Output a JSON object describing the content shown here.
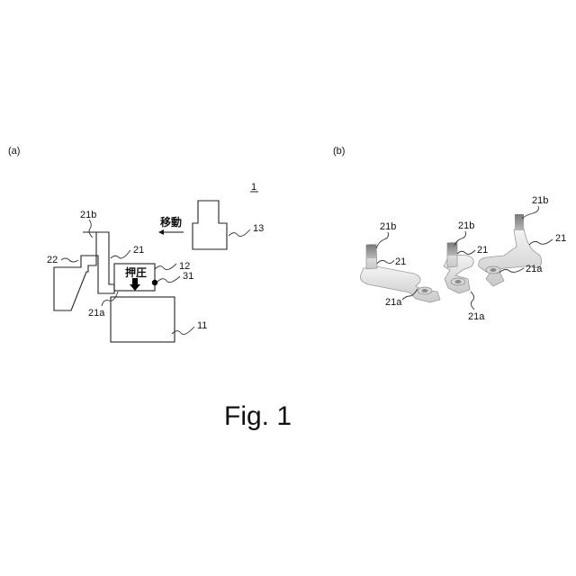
{
  "panel_a": {
    "label": "(a)",
    "figure_number": "1",
    "move_text": "移動",
    "press_text": "押圧",
    "labels": {
      "l21b": "21b",
      "l21": "21",
      "l22": "22",
      "l12": "12",
      "l31": "31",
      "l21a": "21a",
      "l13": "13",
      "l11": "11"
    }
  },
  "panel_b": {
    "label": "(b)",
    "labels": {
      "p1_21b": "21b",
      "p1_21": "21",
      "p1_21a": "21a",
      "p2_21b": "21b",
      "p2_21": "21",
      "p2_21a": "21a",
      "p3_21b": "21b",
      "p3_21": "21",
      "p3_21a": "21a"
    }
  },
  "caption": "Fig. 1"
}
